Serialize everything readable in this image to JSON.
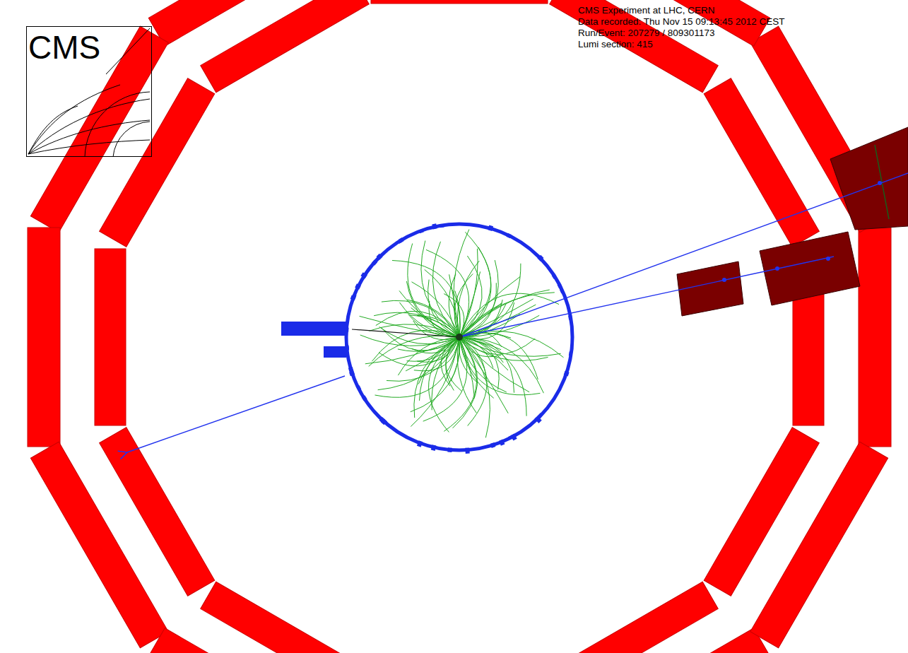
{
  "diagram": {
    "nodes": [
      {
        "text": [
          "CMS"
        ]
      }
    ],
    "labels": [
      "CMS Experiment at LHC, CERN",
      "Data recorded: Thu Nov 15 09:13:45 2012 CEST",
      "Run/Event: 207279 / 809301173",
      "Lumi section: 415"
    ]
  }
}
